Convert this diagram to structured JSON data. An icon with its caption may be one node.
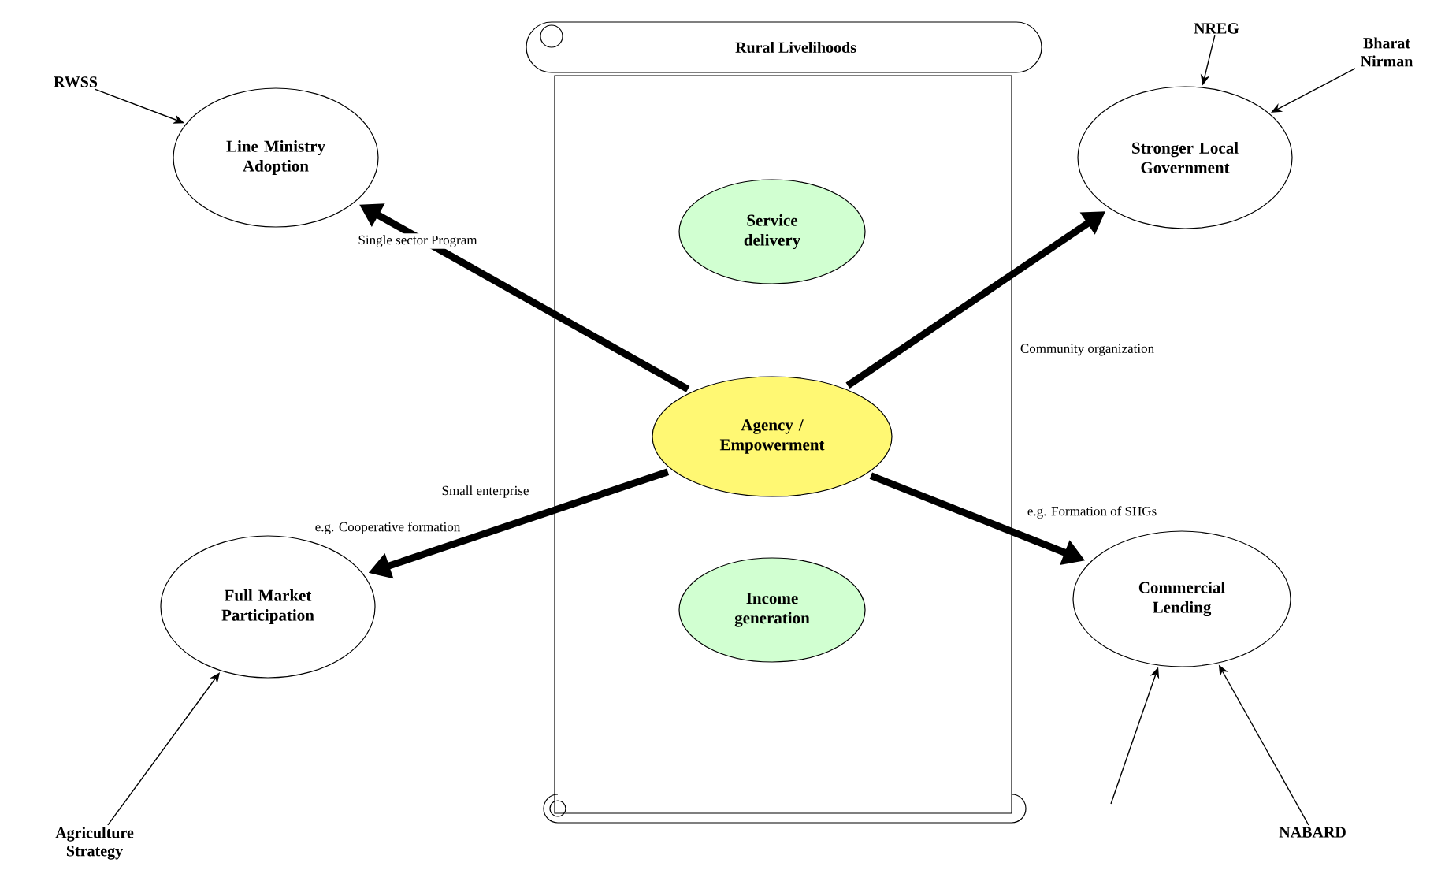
{
  "diagram": {
    "nodes": [
      {
        "text": [
          "Rural Livelihoods"
        ]
      },
      {
        "text": [
          "Service delivery"
        ],
        "in": 0
      },
      {
        "text": [
          "Agency / Empowerment"
        ],
        "in": 0
      },
      {
        "text": [
          "Income generation"
        ],
        "in": 0
      },
      {
        "text": [
          "Line Ministry Adoption"
        ]
      },
      {
        "text": [
          "Stronger Local Government"
        ]
      },
      {
        "text": [
          "Full Market Participation"
        ]
      },
      {
        "text": [
          "Commercial Lending"
        ]
      },
      {
        "text": [
          "RWSS"
        ]
      },
      {
        "text": [
          "NREG"
        ]
      },
      {
        "text": [
          "Bharat Nirman"
        ]
      },
      {
        "text": [
          "Agriculture Strategy"
        ]
      },
      {
        "text": [
          "NABARD"
        ]
      }
    ],
    "edges": [
      {
        "from": 2,
        "to": 4,
        "arrow": "to",
        "style": "thick",
        "label": "Single sector Program"
      },
      {
        "from": 2,
        "to": 5,
        "arrow": "to",
        "style": "thick",
        "label": "Community organization"
      },
      {
        "from": 2,
        "to": 6,
        "arrow": "to",
        "style": "thick",
        "label": "Small enterprise"
      },
      {
        "from": 2,
        "to": 7,
        "arrow": "to",
        "style": "thick",
        "label": "e.g. Formation of SHGs"
      },
      {
        "from": 8,
        "to": 4,
        "arrow": "to"
      },
      {
        "from": 9,
        "to": 5,
        "arrow": "to"
      },
      {
        "from": 10,
        "to": 5,
        "arrow": "to"
      },
      {
        "from": 11,
        "to": 6,
        "arrow": "to"
      },
      {
        "from": null,
        "to": 7,
        "arrow": "to"
      },
      {
        "from": 12,
        "to": 7,
        "arrow": "to"
      }
    ],
    "labels": [
      "e.g. Cooperative formation"
    ]
  }
}
